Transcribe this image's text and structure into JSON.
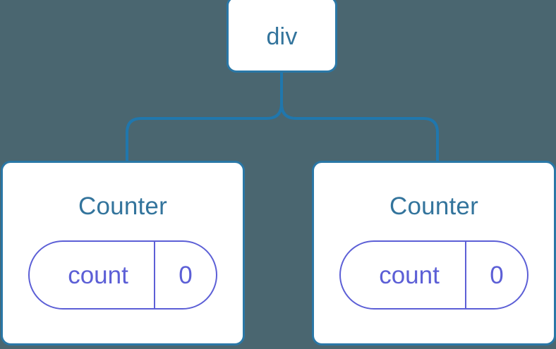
{
  "diagram": {
    "type": "component-tree",
    "background_color": "#4a6670",
    "node_border_color": "#2a77a6",
    "node_text_color": "#33749c",
    "connector_color": "#2077ad",
    "state_pill_color": "#5c5fd6",
    "root": {
      "label": "div"
    },
    "children": [
      {
        "label": "Counter",
        "state": {
          "key": "count",
          "value": "0"
        }
      },
      {
        "label": "Counter",
        "state": {
          "key": "count",
          "value": "0"
        }
      }
    ]
  }
}
